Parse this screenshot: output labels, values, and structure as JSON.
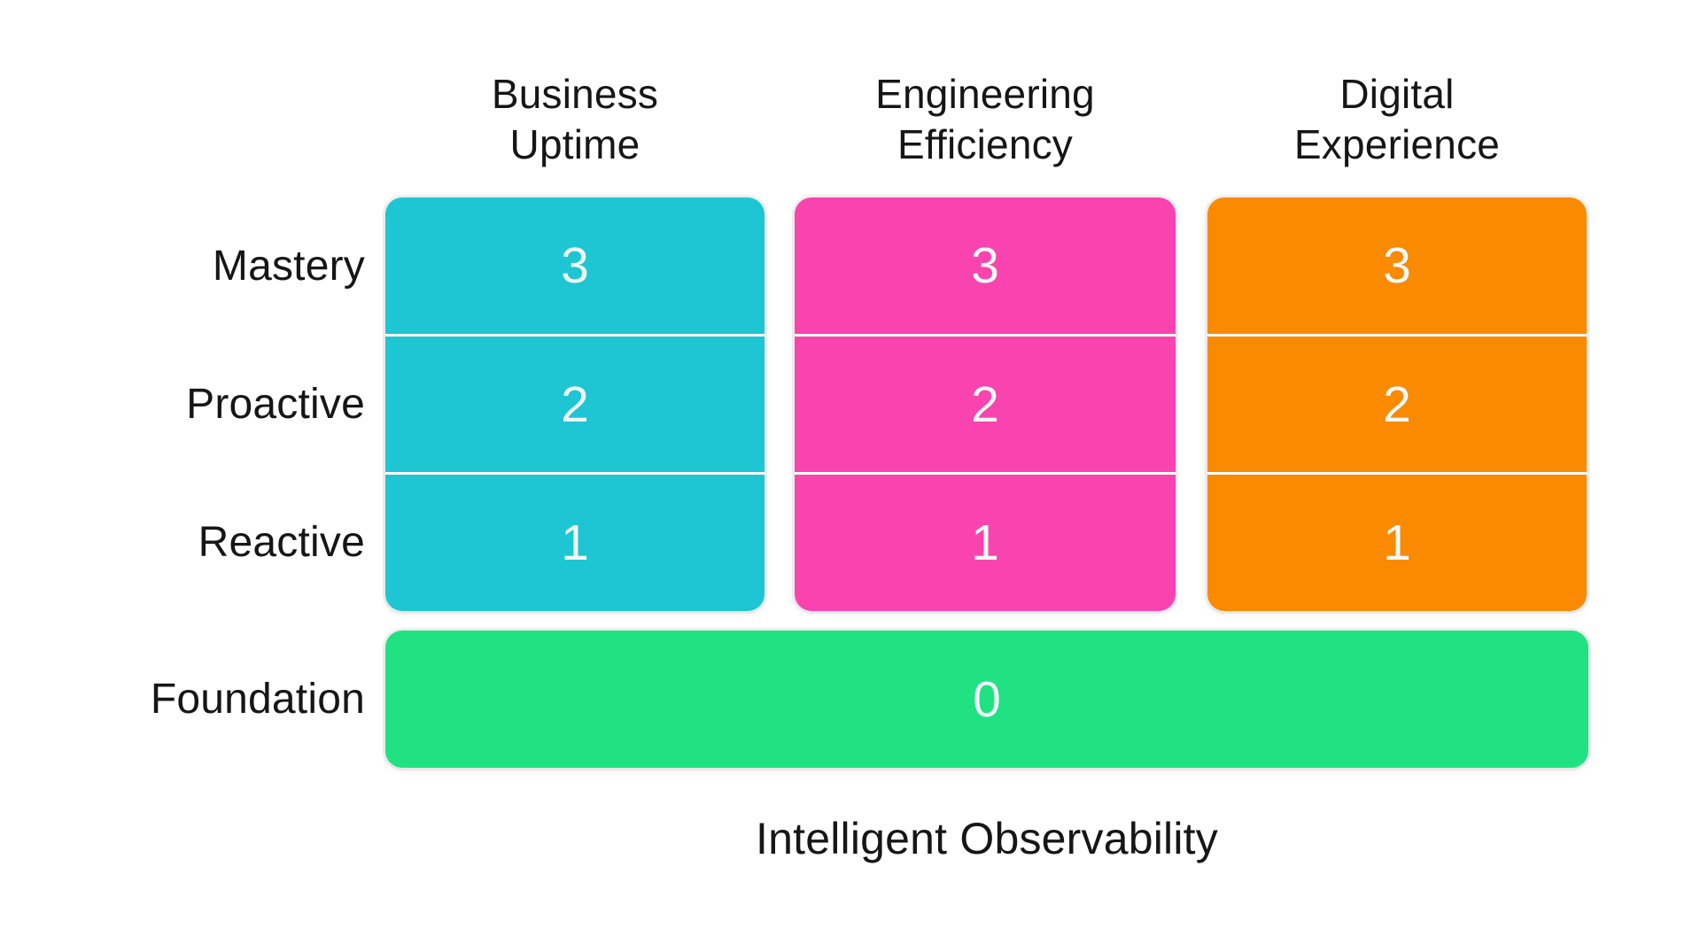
{
  "diagram": {
    "caption": "Intelligent Observability",
    "row_labels": [
      "Mastery",
      "Proactive",
      "Reactive",
      "Foundation"
    ],
    "columns": [
      {
        "label": "Business\nUptime",
        "color": "#1ec6d3",
        "cells": [
          "3",
          "2",
          "1"
        ]
      },
      {
        "label": "Engineering\nEfficiency",
        "color": "#f944af",
        "cells": [
          "3",
          "2",
          "1"
        ]
      },
      {
        "label": "Digital\nExperience",
        "color": "#fa8a00",
        "cells": [
          "3",
          "2",
          "1"
        ]
      }
    ],
    "foundation": {
      "value": "0",
      "color": "#21e283"
    },
    "text_color": "#161616",
    "cell_text_color": "#f1f8f8"
  }
}
